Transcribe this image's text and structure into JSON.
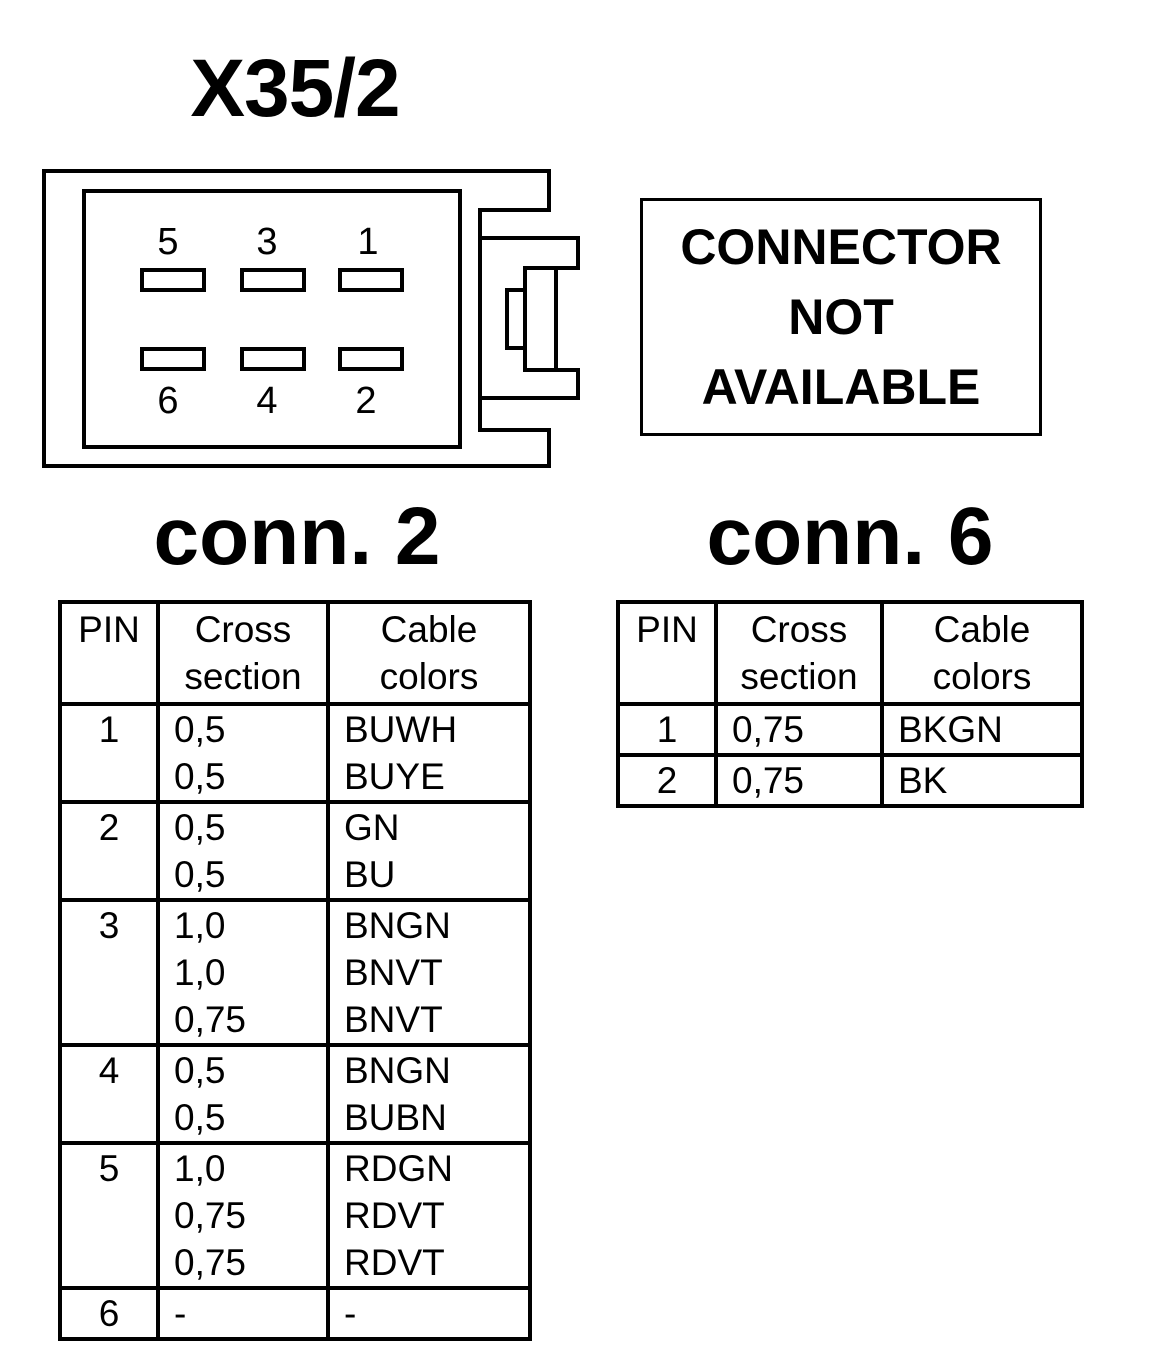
{
  "connector_title": "X35/2",
  "connector_pins": {
    "top_row": [
      "5",
      "3",
      "1"
    ],
    "bottom_row": [
      "6",
      "4",
      "2"
    ]
  },
  "not_available": {
    "lines": [
      "CONNECTOR",
      "NOT",
      "AVAILABLE"
    ]
  },
  "conn2": {
    "title": "conn. 2",
    "headers": {
      "pin": "PIN",
      "cross_1": "Cross",
      "cross_2": "section",
      "colors_1": "Cable",
      "colors_2": "colors"
    },
    "rows": [
      {
        "pin": "1",
        "entries": [
          [
            "0,5",
            "BUWH"
          ],
          [
            "0,5",
            "BUYE"
          ]
        ]
      },
      {
        "pin": "2",
        "entries": [
          [
            "0,5",
            "GN"
          ],
          [
            "0,5",
            "BU"
          ]
        ]
      },
      {
        "pin": "3",
        "entries": [
          [
            "1,0",
            "BNGN"
          ],
          [
            "1,0",
            "BNVT"
          ],
          [
            "0,75",
            "BNVT"
          ]
        ]
      },
      {
        "pin": "4",
        "entries": [
          [
            "0,5",
            "BNGN"
          ],
          [
            "0,5",
            "BUBN"
          ]
        ]
      },
      {
        "pin": "5",
        "entries": [
          [
            "1,0",
            "RDGN"
          ],
          [
            "0,75",
            "RDVT"
          ],
          [
            "0,75",
            "RDVT"
          ]
        ]
      },
      {
        "pin": "6",
        "entries": [
          [
            "-",
            "-"
          ]
        ]
      }
    ]
  },
  "conn6": {
    "title": "conn. 6",
    "headers": {
      "pin": "PIN",
      "cross_1": "Cross",
      "cross_2": "section",
      "colors_1": "Cable",
      "colors_2": "colors"
    },
    "rows": [
      {
        "pin": "1",
        "entries": [
          [
            "0,75",
            "BKGN"
          ]
        ]
      },
      {
        "pin": "2",
        "entries": [
          [
            "0,75",
            "BK"
          ]
        ]
      }
    ]
  }
}
